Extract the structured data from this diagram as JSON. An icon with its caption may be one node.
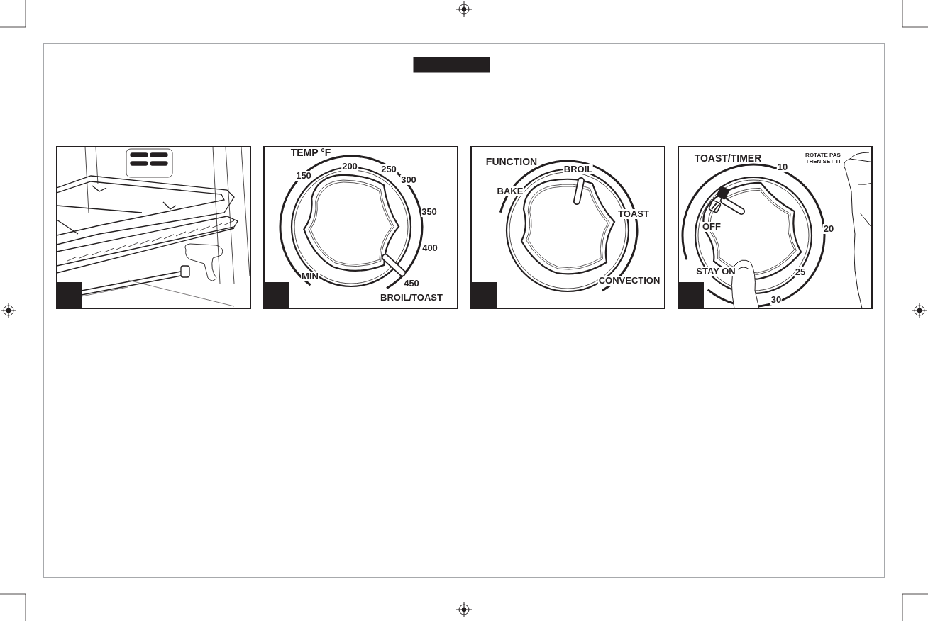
{
  "diagram": {
    "nodes": [
      {
        "text": [],
        "shape": "bar"
      }
    ],
    "labels": [
      "TEMP °F",
      "150",
      "200",
      "250",
      "300",
      "350",
      "400",
      "450",
      "MIN",
      "BROIL/TOAST",
      "FUNCTION",
      "BROIL",
      "BAKE",
      "TOAST",
      "CONVECTION",
      "TOAST/TIMER",
      "10",
      "ROTATE PAS THEN SET TI",
      "OFF",
      "20",
      "STAY ON",
      "25",
      "30"
    ]
  }
}
